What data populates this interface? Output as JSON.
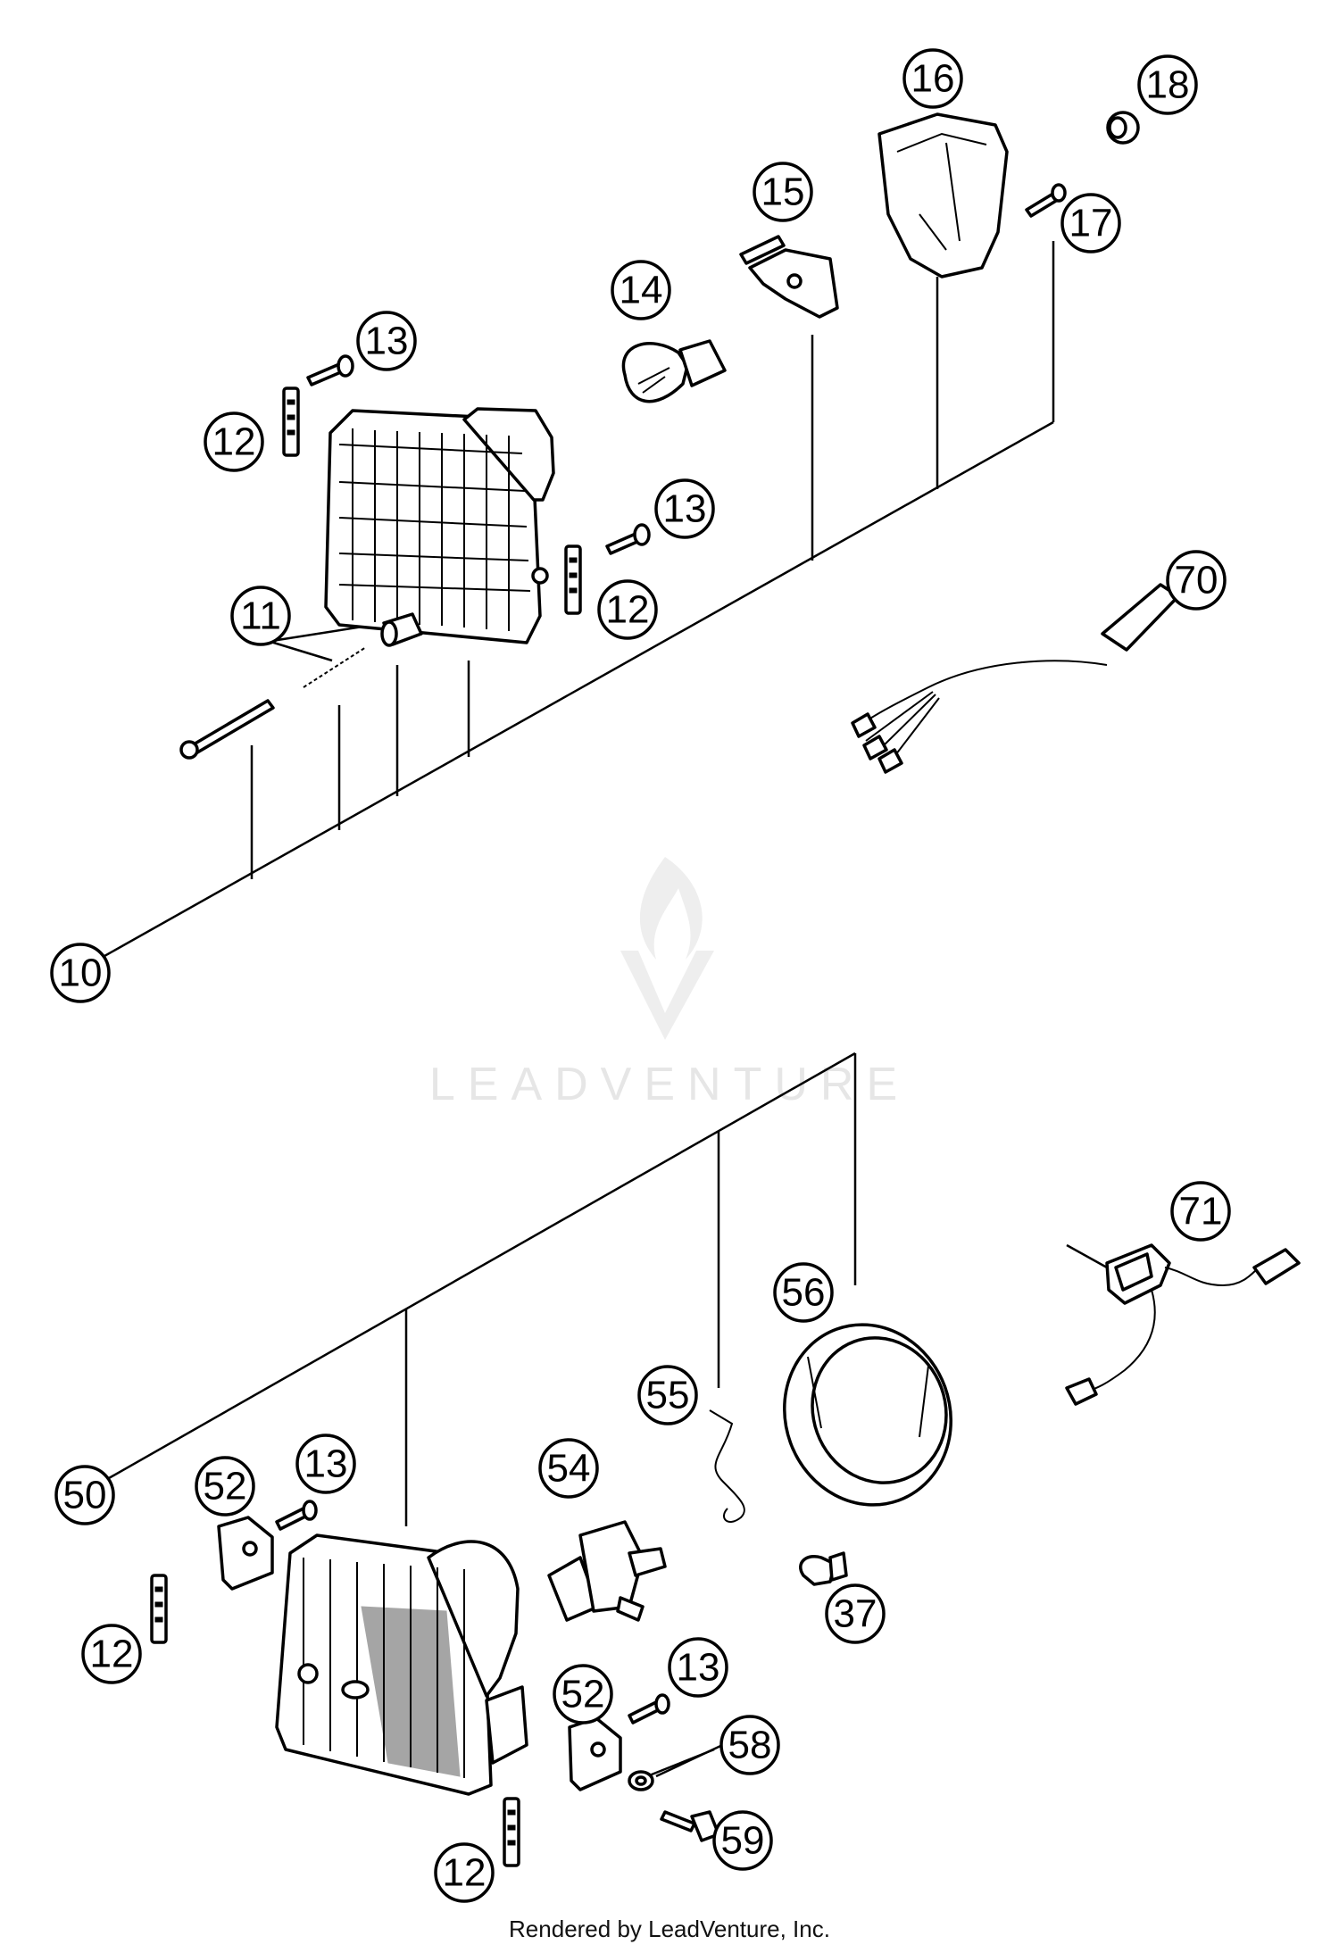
{
  "callouts": [
    "10",
    "11",
    "12",
    "13",
    "14",
    "15",
    "16",
    "17",
    "18",
    "70",
    "50",
    "52",
    "54",
    "55",
    "56",
    "37",
    "58",
    "59",
    "71"
  ],
  "watermark": "LEADVENTURE",
  "footer": "Rendered by LeadVenture, Inc."
}
